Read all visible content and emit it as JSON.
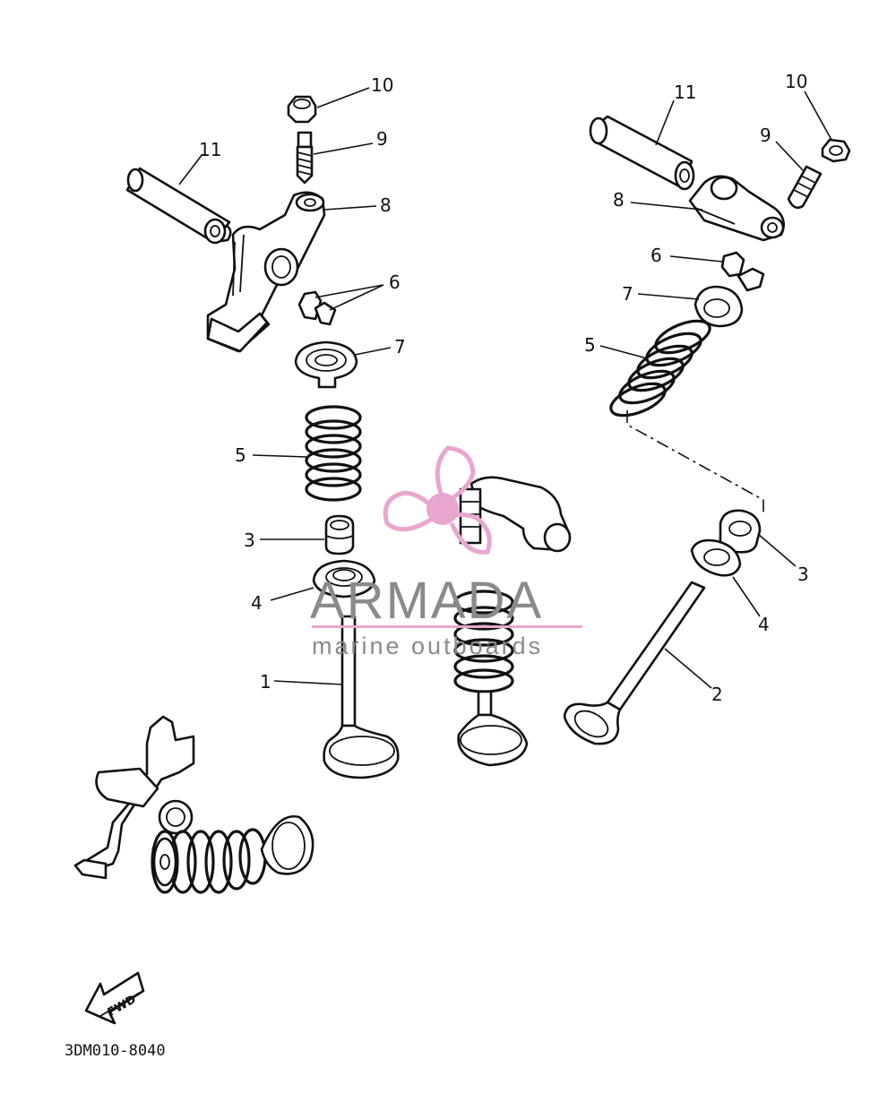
{
  "labels": {
    "l_10": "10",
    "l_9": "9",
    "l_11": "11",
    "l_8": "8",
    "l_6": "6",
    "l_7": "7",
    "l_5": "5",
    "l_3": "3",
    "l_4": "4",
    "l_1": "1",
    "r_11": "11",
    "r_10": "10",
    "r_9": "9",
    "r_8": "8",
    "r_6": "6",
    "r_7": "7",
    "r_5": "5",
    "r_3": "3",
    "r_4": "4",
    "r_2": "2"
  },
  "fwd_label": "FWD",
  "diagram_code": "3DM010-8040",
  "watermark": {
    "brand": "ARMADA",
    "tagline": "marine outboards",
    "logo_color": "#e8a6cf",
    "text_color": "#8a8a8a"
  }
}
